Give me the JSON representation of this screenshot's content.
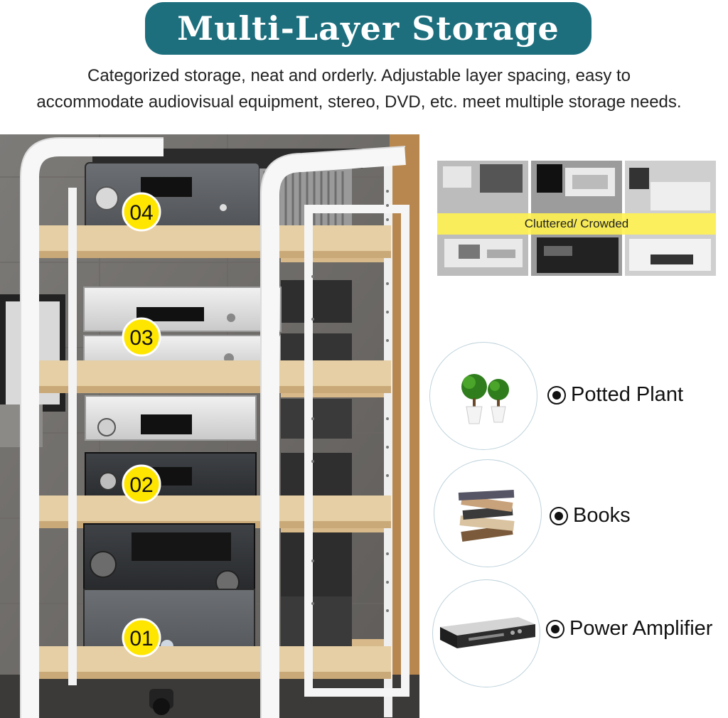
{
  "title": "Multi-Layer Storage",
  "subtitle": {
    "line1": "Categorized storage, neat and orderly. Adjustable layer spacing, easy to",
    "line2": "accommodate audiovisual equipment, stereo, DVD, etc. meet multiple storage needs."
  },
  "layers": [
    "04",
    "03",
    "02",
    "01"
  ],
  "collage_label": "Cluttered/ Crowded",
  "items": [
    {
      "label": "Potted Plant",
      "icon": "potted-plant-icon"
    },
    {
      "label": "Books",
      "icon": "books-icon"
    },
    {
      "label": "Power Amplifier",
      "icon": "power-amplifier-icon"
    }
  ],
  "colors": {
    "title_bg": "#1d6f7e",
    "badge": "#ffe600",
    "shelf_wood": "#e6cfa4",
    "frame_white": "#f7f7f7"
  }
}
